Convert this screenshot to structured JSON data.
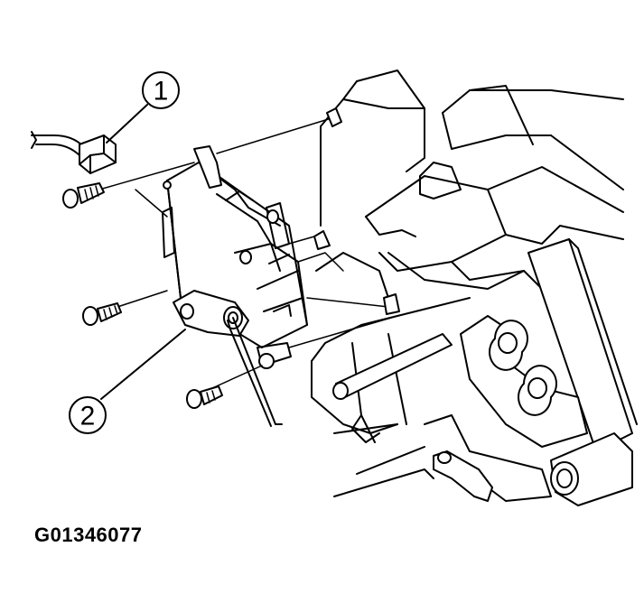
{
  "callouts": [
    {
      "number": "1",
      "part": "electrical-connector"
    },
    {
      "number": "2",
      "part": "actuator-link"
    }
  ],
  "figure_code": "G01346077",
  "colors": {
    "line": "#000000",
    "background": "#ffffff"
  }
}
